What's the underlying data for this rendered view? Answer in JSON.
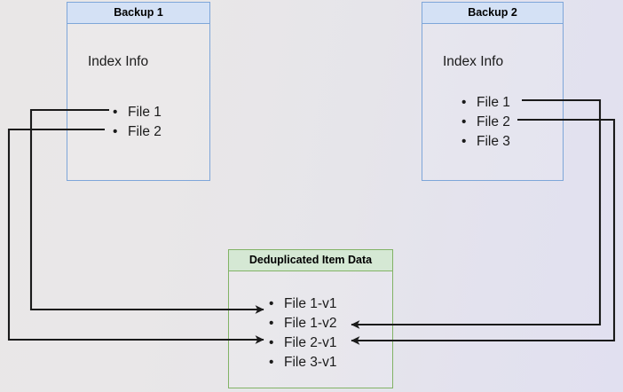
{
  "diagram": {
    "title_hint": "Backup deduplication index mapping",
    "background": "#e7e5e9",
    "colors": {
      "backup_border": "#7ea6d9",
      "backup_header_fill": "#d4e1f5",
      "dedup_border": "#82b366",
      "dedup_header_fill": "#d5e8d4",
      "connector": "#1a1a1a",
      "text": "#1a1a1a"
    },
    "nodes": {
      "backup1": {
        "header": "Backup 1",
        "body_title": "Index Info",
        "files": [
          "File 1",
          "File 2"
        ]
      },
      "backup2": {
        "header": "Backup 2",
        "body_title": "Index Info",
        "files": [
          "File 1",
          "File 2",
          "File 3"
        ]
      },
      "dedup": {
        "header": "Deduplicated Item Data",
        "items": [
          "File 1-v1",
          "File 1-v2",
          "File 2-v1",
          "File 3-v1"
        ]
      }
    },
    "connectors": [
      {
        "id": "b1-file1-to-file1v1",
        "from": "backup1.files.0",
        "to": "dedup.items.0",
        "direction": "left-route",
        "arrow": "right"
      },
      {
        "id": "b1-file2-to-file2v1",
        "from": "backup1.files.1",
        "to": "dedup.items.2",
        "direction": "left-route",
        "arrow": "right"
      },
      {
        "id": "b2-file1-to-file1v2",
        "from": "backup2.files.0",
        "to": "dedup.items.1",
        "direction": "right-route",
        "arrow": "left"
      },
      {
        "id": "b2-file2-to-file2v1",
        "from": "backup2.files.1",
        "to": "dedup.items.2",
        "direction": "right-route",
        "arrow": "left"
      }
    ]
  }
}
